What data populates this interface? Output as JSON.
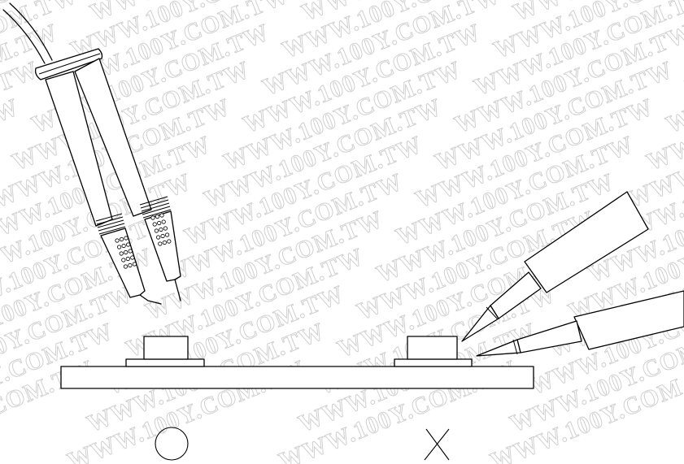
{
  "watermark": {
    "text": "WWW.100Y.COM.TW",
    "color": "#d0d0d0"
  },
  "marks": {
    "correct": "circle",
    "incorrect": "cross"
  },
  "colors": {
    "line": "#000000",
    "background": "#ffffff"
  }
}
